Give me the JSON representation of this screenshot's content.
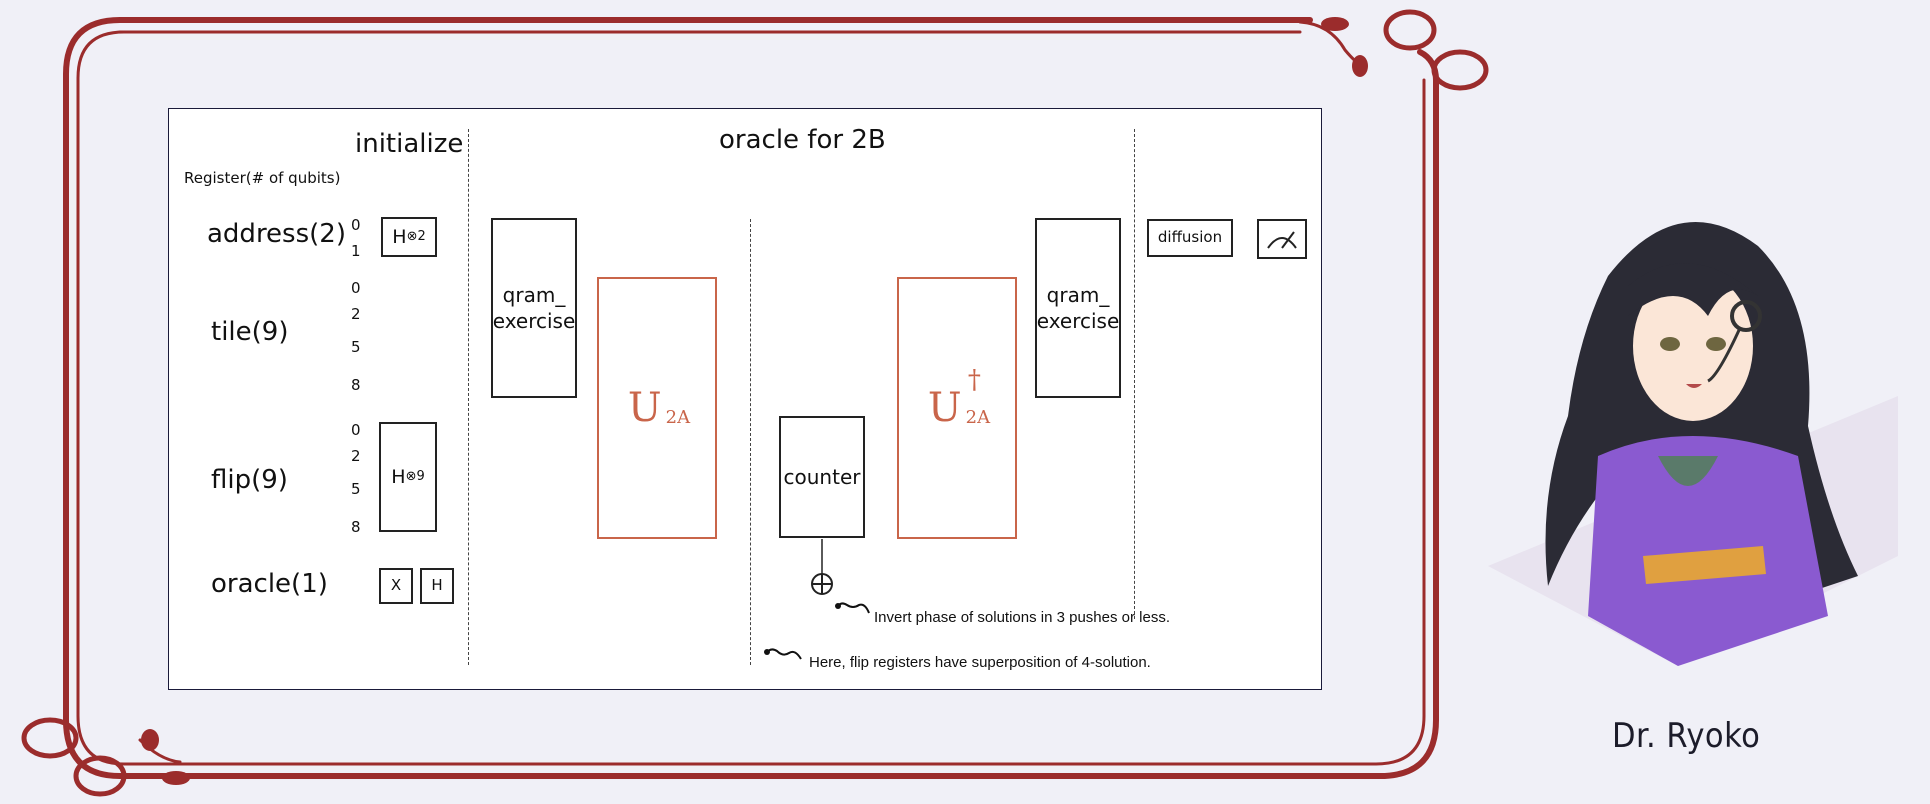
{
  "sections": {
    "initialize": "initialize",
    "oracle": "oracle for 2B"
  },
  "register_header": "Register(# of qubits)",
  "registers": {
    "address": {
      "label": "address(2)",
      "indices": [
        "0",
        "1"
      ]
    },
    "tile": {
      "label": "tile(9)",
      "indices": [
        "0",
        "2",
        "5",
        "8"
      ]
    },
    "flip": {
      "label": "flip(9)",
      "indices": [
        "0",
        "2",
        "5",
        "8"
      ]
    },
    "oracle": {
      "label": "oracle(1)"
    }
  },
  "gates": {
    "h_address": {
      "base": "H",
      "sup": "⊗2"
    },
    "h_flip": {
      "base": "H",
      "sup": "⊗9"
    },
    "x": "X",
    "h": "H",
    "qram1": {
      "line1": "qram_",
      "line2": "exercise"
    },
    "qram2": {
      "line1": "qram_",
      "line2": "exercise"
    },
    "u2a": {
      "base": "U",
      "sub": "2A"
    },
    "u2a_dag": {
      "base": "U",
      "sub": "2A",
      "dagger": "†"
    },
    "counter": "counter",
    "diffusion": "diffusion"
  },
  "notes": {
    "invert": "Invert phase of solutions in 3 pushes or less.",
    "flip": "Here, flip registers have superposition of 4-solution."
  },
  "caption": "Dr. Ryoko",
  "colors": {
    "frame": "#9b2c2c",
    "unitary": "#c9654a",
    "background": "#f0f0f7"
  }
}
